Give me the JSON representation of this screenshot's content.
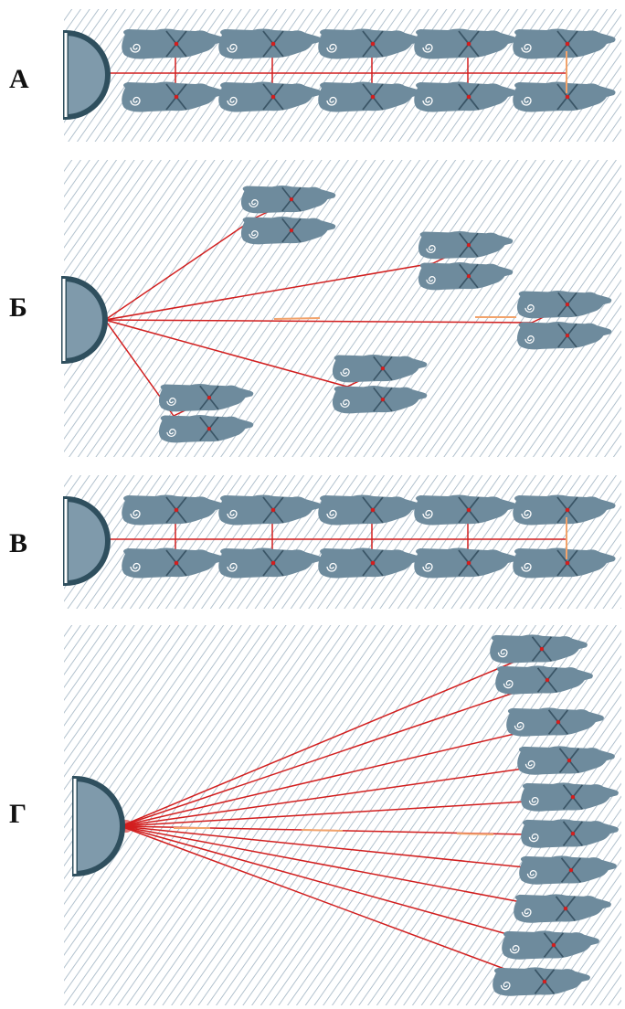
{
  "panels": [
    {
      "id": "A",
      "label": "А",
      "layout": "double-row",
      "pairs": 5
    },
    {
      "id": "B",
      "label": "Б",
      "layout": "fan-pairs",
      "pairs": 5
    },
    {
      "id": "V",
      "label": "В",
      "layout": "double-row",
      "pairs": 5
    },
    {
      "id": "G",
      "label": "Г",
      "layout": "fan-singles",
      "count": 10
    }
  ],
  "colors": {
    "background": "#ffffff",
    "hatch": "#9fb3c2",
    "animal": "#6e8b9d",
    "animal_mark": "#3a5566",
    "anchor_fill": "#7f9aab",
    "anchor_edge": "#2f4f5e",
    "rope": "#d21e1e",
    "rope_highlight": "#f2a36b"
  }
}
